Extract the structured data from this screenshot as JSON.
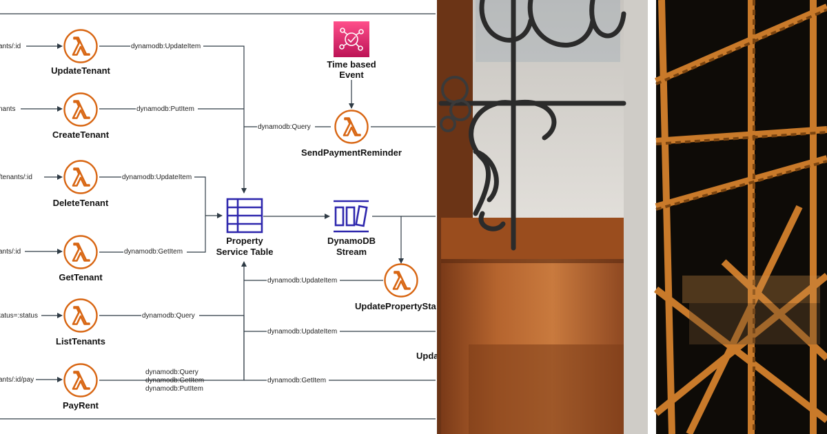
{
  "diagram": {
    "routes": {
      "update": "ants/:id",
      "create": "nants",
      "delete": "/tenants/:id",
      "get": "ants/:id",
      "list": "tatus=:status",
      "pay": "ants/:id/pay"
    },
    "functions": {
      "update_tenant": "UpdateTenant",
      "create_tenant": "CreateTenant",
      "delete_tenant": "DeleteTenant",
      "get_tenant": "GetTenant",
      "list_tenants": "ListTenants",
      "pay_rent": "PayRent",
      "send_payment_reminder": "SendPaymentReminder",
      "update_property_status": "UpdatePropertySta",
      "truncated": "Upda"
    },
    "edges": {
      "update_tenant": "dynamodb:UpdateItem",
      "create_tenant": "dynamodb:PutItem",
      "delete_tenant": "dynamodb:UpdateItem",
      "get_tenant": "dynamodb:GetItem",
      "list_tenants": "dynamodb:Query",
      "pay_rent": [
        "dynamodb:Query",
        "dynamodb:GetItem",
        "dynamodb:PutItem"
      ],
      "reminder_query": "dynamodb:Query",
      "status_update": "dynamodb:UpdateItem",
      "right_update": "dynamodb:UpdateItem",
      "right_get": "dynamodb:GetItem"
    },
    "event": {
      "line1": "Time based",
      "line2": "Event"
    },
    "table": {
      "line1": "Property",
      "line2": "Service Table"
    },
    "stream": {
      "line1": "DynamoDB",
      "line2": "Stream"
    },
    "colors": {
      "lambda": "#d86613",
      "dynamodb": "#2e27ad",
      "event_top": "#ff4f8b",
      "event_bottom": "#bc1356",
      "wire": "#2f3b45"
    },
    "icons": {
      "lambda": "lambda-icon",
      "event": "eventbridge-icon",
      "table": "dynamodb-table-icon",
      "stream": "dynamodb-stream-icon"
    }
  },
  "photos": [
    {
      "subject": "window-ironwork-photo"
    },
    {
      "subject": "steel-truss-photo"
    }
  ]
}
